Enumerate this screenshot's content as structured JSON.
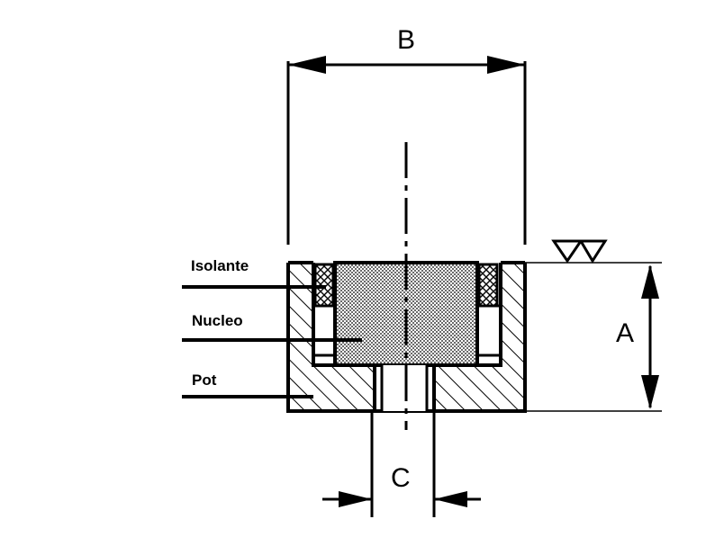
{
  "labels": {
    "insulator": "Isolante",
    "core": "Nucleo",
    "pot": "Pot"
  },
  "dimensions": {
    "height": "A",
    "width": "B",
    "hole": "C"
  },
  "surface_finish_symbol": "double-triangle-finish-mark",
  "colors": {
    "line": "#000000",
    "background": "#ffffff"
  }
}
